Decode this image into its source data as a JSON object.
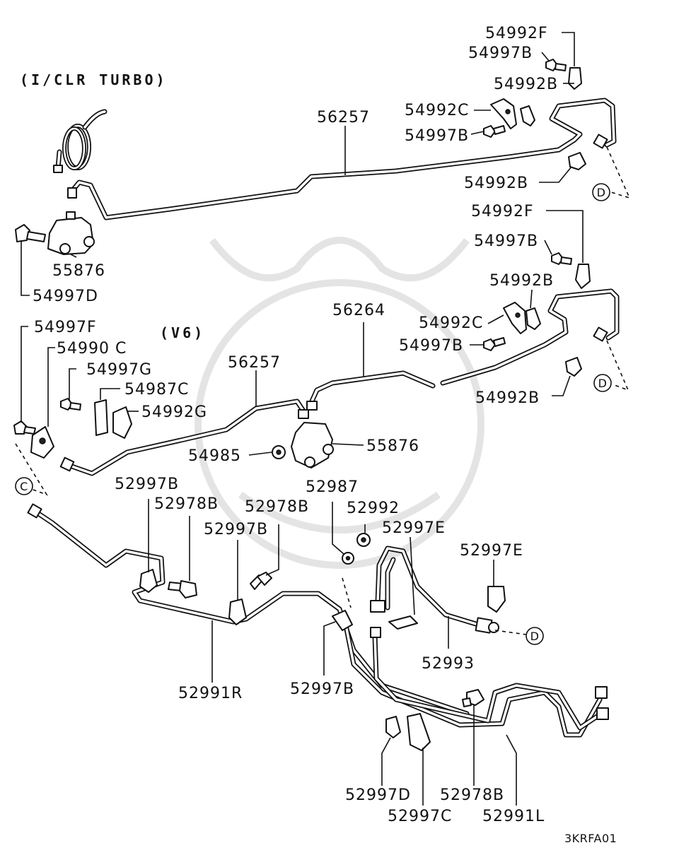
{
  "sections": {
    "turbo": "(I/CLR TURBO)",
    "v6": "(V6)"
  },
  "ref_marks": {
    "d1": "D",
    "d2": "D",
    "c": "C",
    "d3": "D"
  },
  "callouts": {
    "t_54992F": "54992F",
    "t_54997B_a": "54997B",
    "t_54992B_a": "54992B",
    "t_54992C": "54992C",
    "t_54997B_b": "54997B",
    "t_56257": "56257",
    "t_54992B_b": "54992B",
    "t_55876": "55876",
    "t_54997D": "54997D",
    "v_54992F": "54992F",
    "v_54997B_a": "54997B",
    "v_54992B_a": "54992B",
    "v_56264": "56264",
    "v_54992C": "54992C",
    "v_54997B_b": "54997B",
    "v_54992B_b": "54992B",
    "v_54997F": "54997F",
    "v_54990C": "54990 C",
    "v_54997G": "54997G",
    "v_56257": "56257",
    "v_54987C": "54987C",
    "v_54992G": "54992G",
    "v_54985": "54985",
    "v_55876": "55876",
    "r_52997B_a": "52997B",
    "r_52978B_a": "52978B",
    "r_52978B_b": "52978B",
    "r_52997B_b": "52997B",
    "r_52987": "52987",
    "r_52992": "52992",
    "r_52997E_a": "52997E",
    "r_52997E_b": "52997E",
    "r_52993": "52993",
    "r_52991R": "52991R",
    "r_52997B_c": "52997B",
    "r_52997D": "52997D",
    "r_52978B_c": "52978B",
    "r_52997C": "52997C",
    "r_52991L": "52991L"
  },
  "figure_code": "3KRFA01"
}
